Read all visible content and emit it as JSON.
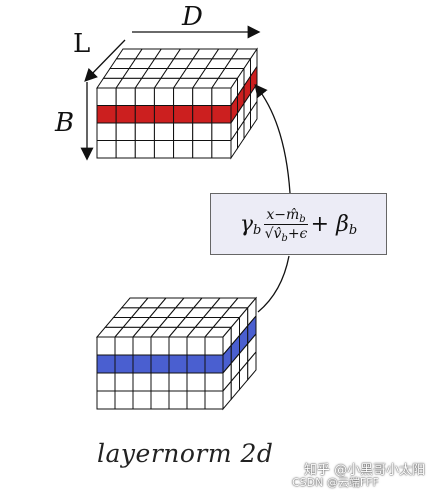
{
  "labels": {
    "d": "D",
    "l": "L",
    "b": "B"
  },
  "formula": {
    "gamma": "γ",
    "sub_b": "b",
    "numerator": "x−m̂",
    "denominator": "√v̂",
    "den_tail": "+ϵ",
    "plus_beta": "+ β"
  },
  "caption": "layernorm 2d",
  "watermark": {
    "line1": "知乎 @小黑哥小太阳",
    "line2": "CSDN @云端FFF"
  },
  "colors": {
    "highlight_top": "#cc1f1f",
    "highlight_bottom": "#4a5fd0",
    "grid": "#111111"
  }
}
